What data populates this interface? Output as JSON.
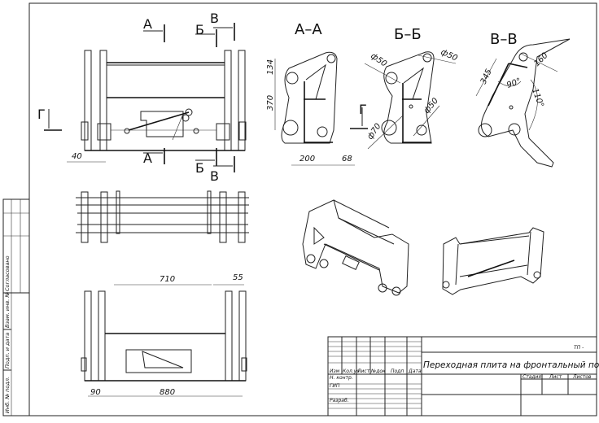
{
  "drawing": {
    "section_labels": {
      "a": "А",
      "b": "Б",
      "v": "В",
      "g": "Г",
      "aa": "А–А",
      "bb": "Б–Б",
      "vv": "В–В"
    },
    "dimensions": {
      "front_40": "40",
      "aa_134": "134",
      "aa_370": "370",
      "aa_200": "200",
      "aa_68": "68",
      "bb_d50_left": "ф50",
      "bb_d50_top": "ф50",
      "bb_d50_bottom": "ф50",
      "bb_d70": "ф70",
      "vv_345": "345",
      "vv_160": "160",
      "vv_90": "90°",
      "vv_110": "110°",
      "bottom_710": "710",
      "bottom_55": "55",
      "bottom_880": "880",
      "bottom_90": "90"
    }
  },
  "side_strip": {
    "agreed": "Согласовано",
    "inv_replace": "Взам. инв. №",
    "sign_date": "Подп. и дата",
    "inv_orig": "Инб. № подл."
  },
  "title_block": {
    "doc_code": "ТП -",
    "title": "Переходная плита на фронтальный погрузчик",
    "columns": [
      "Изм",
      "Кол.уч",
      "Лист",
      "№док",
      "Подп",
      "Дата"
    ],
    "roles": [
      "Н. контр.",
      "ГИП",
      "Разраб."
    ],
    "stage": "Стадия",
    "sheet": "Лист",
    "sheets": "Листов"
  }
}
